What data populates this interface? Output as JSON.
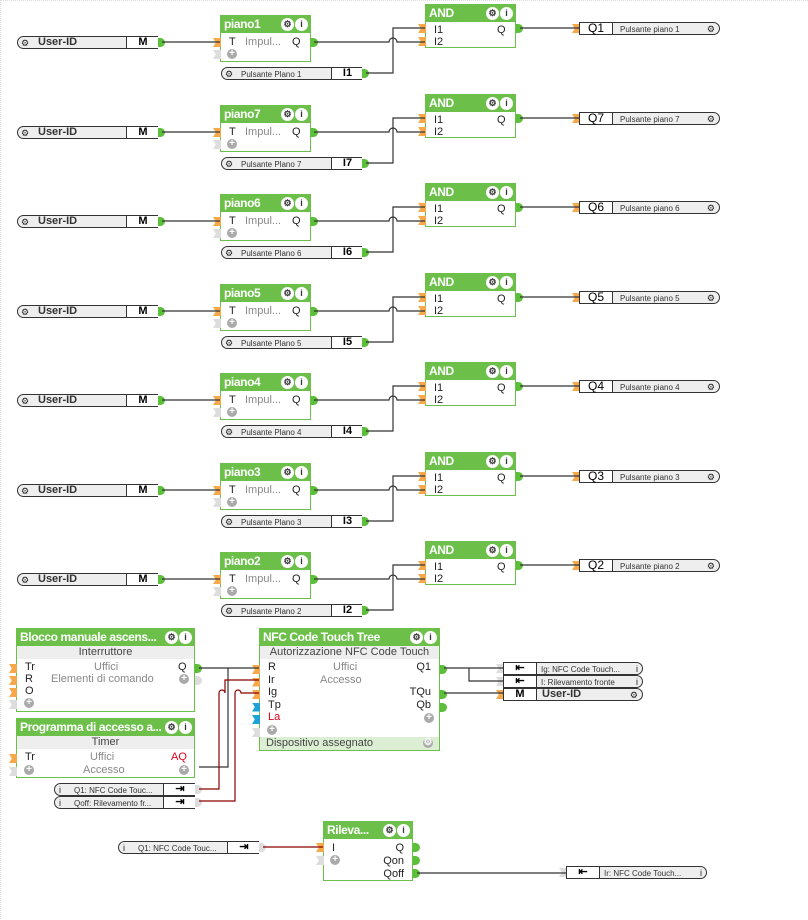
{
  "rows": [
    {
      "memory": "User-ID",
      "memory_tag": "M",
      "block": "piano1",
      "block_input": "T",
      "block_param": "Impul...",
      "block_output": "Q",
      "input_label": "Pulsante Plano 1",
      "input_tag": "I1",
      "and": "AND",
      "and_in1": "I1",
      "and_in2": "I2",
      "and_out": "Q",
      "out_tag": "Q1",
      "out_label": "Pulsante piano 1"
    },
    {
      "memory": "User-ID",
      "memory_tag": "M",
      "block": "piano7",
      "block_input": "T",
      "block_param": "Impul...",
      "block_output": "Q",
      "input_label": "Pulsante Plano 7",
      "input_tag": "I7",
      "and": "AND",
      "and_in1": "I1",
      "and_in2": "I2",
      "and_out": "Q",
      "out_tag": "Q7",
      "out_label": "Pulsante piano 7"
    },
    {
      "memory": "User-ID",
      "memory_tag": "M",
      "block": "piano6",
      "block_input": "T",
      "block_param": "Impul...",
      "block_output": "Q",
      "input_label": "Pulsante Plano 6",
      "input_tag": "I6",
      "and": "AND",
      "and_in1": "I1",
      "and_in2": "I2",
      "and_out": "Q",
      "out_tag": "Q6",
      "out_label": "Pulsante piano 6"
    },
    {
      "memory": "User-ID",
      "memory_tag": "M",
      "block": "piano5",
      "block_input": "T",
      "block_param": "Impul...",
      "block_output": "Q",
      "input_label": "Pulsante Plano 5",
      "input_tag": "I5",
      "and": "AND",
      "and_in1": "I1",
      "and_in2": "I2",
      "and_out": "Q",
      "out_tag": "Q5",
      "out_label": "Pulsante piano 5"
    },
    {
      "memory": "User-ID",
      "memory_tag": "M",
      "block": "piano4",
      "block_input": "T",
      "block_param": "Impul...",
      "block_output": "Q",
      "input_label": "Pulsante Plano 4",
      "input_tag": "I4",
      "and": "AND",
      "and_in1": "I1",
      "and_in2": "I2",
      "and_out": "Q",
      "out_tag": "Q4",
      "out_label": "Pulsante piano 4"
    },
    {
      "memory": "User-ID",
      "memory_tag": "M",
      "block": "piano3",
      "block_input": "T",
      "block_param": "Impul...",
      "block_output": "Q",
      "input_label": "Pulsante Plano 3",
      "input_tag": "I3",
      "and": "AND",
      "and_in1": "I1",
      "and_in2": "I2",
      "and_out": "Q",
      "out_tag": "Q3",
      "out_label": "Pulsante piano 3"
    },
    {
      "memory": "User-ID",
      "memory_tag": "M",
      "block": "piano2",
      "block_input": "T",
      "block_param": "Impul...",
      "block_output": "Q",
      "input_label": "Pulsante Plano 2",
      "input_tag": "I2",
      "and": "AND",
      "and_in1": "I1",
      "and_in2": "I2",
      "and_out": "Q",
      "out_tag": "Q2",
      "out_label": "Pulsante piano 2"
    }
  ],
  "blocco": {
    "title": "Blocco manuale ascens...",
    "type": "Interruttore",
    "room": "Uffici",
    "category": "Elementi di comando",
    "inputs": [
      "Tr",
      "R",
      "O"
    ],
    "output": "Q"
  },
  "programma": {
    "title": "Programma di accesso a...",
    "type": "Timer",
    "room": "Uffici",
    "category": "Accesso",
    "input": "Tr",
    "output": "AQ"
  },
  "refs_left": [
    {
      "label": "Q1: NFC Code Touc..."
    },
    {
      "label": "Qoff: Rilevamento fr..."
    }
  ],
  "nfc": {
    "title": "NFC Code Touch Tree",
    "type": "Autorizzazione NFC Code Touch",
    "room": "Uffici",
    "category": "Accesso",
    "inputs": [
      "R",
      "Ir",
      "Ig",
      "Tp",
      "La"
    ],
    "outputs": [
      "Q1",
      "TQu",
      "Qb"
    ],
    "device": "Dispositivo assegnato"
  },
  "refs_right": [
    {
      "label": "Ig: NFC Code Touch..."
    },
    {
      "label": "I: Rilevamento fronte"
    }
  ],
  "nfc_memory": {
    "tag": "M",
    "label": "User-ID"
  },
  "rileva": {
    "title": "Rileva...",
    "input": "I",
    "outputs": [
      "Q",
      "Qon",
      "Qoff"
    ]
  },
  "rileva_ref_in": "Q1: NFC Code Touc...",
  "rileva_ref_out": "Ir: NFC Code Touch...",
  "colors": {
    "block_green": "#6cc04a",
    "input_orange": "#f5a94a",
    "wire_red": "#8b0000",
    "error_red": "#e0001a"
  }
}
